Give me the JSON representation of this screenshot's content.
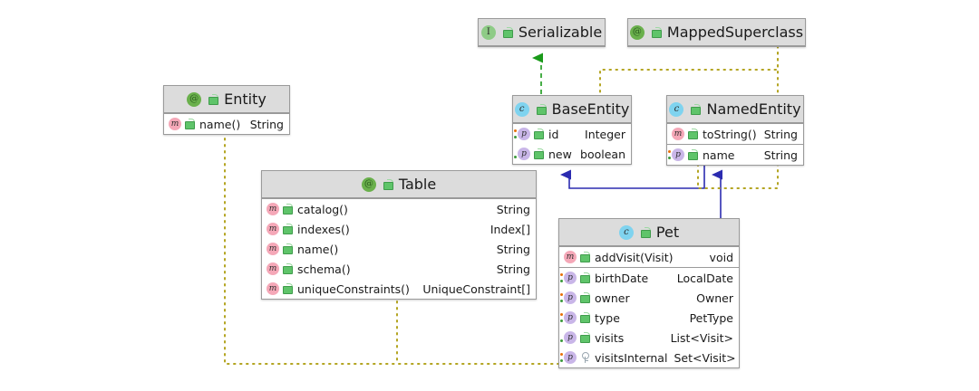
{
  "diagram": {
    "kind": "uml-class-diagram",
    "background": "#ffffff",
    "colors": {
      "node_header": "#dcdcdc",
      "node_border": "#9a9a9a",
      "inheritance_edge": "#2b2bb0",
      "realization_edge": "#1a9a1a",
      "annotation_edge": "#b3a420"
    }
  },
  "nodes": {
    "serializable": {
      "title": "Serializable",
      "stereotype_icon": "interface-icon",
      "visibility_icon": "public-lock-icon",
      "members": []
    },
    "mapped_superclass": {
      "title": "MappedSuperclass",
      "stereotype_icon": "annotation-icon",
      "visibility_icon": "public-lock-icon",
      "members": []
    },
    "entity": {
      "title": "Entity",
      "stereotype_icon": "annotation-icon",
      "visibility_icon": "public-lock-icon",
      "sections": [
        {
          "rows": [
            {
              "icon": "method-icon",
              "visibility": "public-lock-icon",
              "name": "name()",
              "type": "String",
              "dots": false
            }
          ]
        }
      ]
    },
    "base_entity": {
      "title": "BaseEntity",
      "stereotype_icon": "class-icon",
      "visibility_icon": "public-lock-icon",
      "sections": [
        {
          "rows": [
            {
              "icon": "property-icon",
              "visibility": "public-lock-icon",
              "name": "id",
              "type": "Integer",
              "dots": true
            },
            {
              "icon": "property-icon",
              "visibility": "public-lock-icon",
              "name": "new",
              "type": "boolean",
              "dots": true
            }
          ]
        }
      ]
    },
    "named_entity": {
      "title": "NamedEntity",
      "stereotype_icon": "class-icon",
      "visibility_icon": "public-lock-icon",
      "sections": [
        {
          "rows": [
            {
              "icon": "method-icon",
              "visibility": "public-lock-icon",
              "name": "toString()",
              "type": "String",
              "dots": false
            }
          ]
        },
        {
          "rows": [
            {
              "icon": "property-icon",
              "visibility": "public-lock-icon",
              "name": "name",
              "type": "String",
              "dots": true
            }
          ]
        }
      ]
    },
    "table": {
      "title": "Table",
      "stereotype_icon": "annotation-icon",
      "visibility_icon": "public-lock-icon",
      "sections": [
        {
          "rows": [
            {
              "icon": "method-icon",
              "visibility": "public-lock-icon",
              "name": "catalog()",
              "type": "String",
              "dots": false
            },
            {
              "icon": "method-icon",
              "visibility": "public-lock-icon",
              "name": "indexes()",
              "type": "Index[]",
              "dots": false
            },
            {
              "icon": "method-icon",
              "visibility": "public-lock-icon",
              "name": "name()",
              "type": "String",
              "dots": false
            },
            {
              "icon": "method-icon",
              "visibility": "public-lock-icon",
              "name": "schema()",
              "type": "String",
              "dots": false
            },
            {
              "icon": "method-icon",
              "visibility": "public-lock-icon",
              "name": "uniqueConstraints()",
              "type": "UniqueConstraint[]",
              "dots": false
            }
          ]
        }
      ]
    },
    "pet": {
      "title": "Pet",
      "stereotype_icon": "class-icon",
      "visibility_icon": "public-lock-icon",
      "sections": [
        {
          "rows": [
            {
              "icon": "method-icon",
              "visibility": "public-lock-icon",
              "name": "addVisit(Visit)",
              "type": "void",
              "dots": false
            }
          ]
        },
        {
          "rows": [
            {
              "icon": "property-icon",
              "visibility": "public-lock-icon",
              "name": "birthDate",
              "type": "LocalDate",
              "dots": true
            },
            {
              "icon": "property-icon",
              "visibility": "public-lock-icon",
              "name": "owner",
              "type": "Owner",
              "dots": true
            },
            {
              "icon": "property-icon",
              "visibility": "public-lock-icon",
              "name": "type",
              "type": "PetType",
              "dots": true
            },
            {
              "icon": "property-icon",
              "visibility": "public-lock-icon",
              "name": "visits",
              "type": "List<Visit>",
              "dots": true
            },
            {
              "icon": "property-icon",
              "visibility": "private-key-icon",
              "name": "visitsInternal",
              "type": "Set<Visit>",
              "dots": true
            }
          ]
        }
      ]
    }
  },
  "edges": [
    {
      "name": "base-entity-implements-serializable",
      "from": "base_entity",
      "to": "serializable",
      "style": "dashed",
      "arrow": "hollow-triangle-filled",
      "color": "#1a9a1a"
    },
    {
      "name": "named-entity-extends-base-entity",
      "from": "named_entity",
      "to": "base_entity",
      "style": "solid",
      "arrow": "triangle",
      "color": "#2b2bb0"
    },
    {
      "name": "pet-extends-named-entity",
      "from": "pet",
      "to": "named_entity",
      "style": "solid",
      "arrow": "triangle",
      "color": "#2b2bb0"
    },
    {
      "name": "mapped-superclass-annotates-base-entity",
      "from": "mapped_superclass",
      "to": "base_entity",
      "style": "dotted",
      "arrow": "none",
      "color": "#b3a420"
    },
    {
      "name": "mapped-superclass-annotates-named-entity",
      "from": "mapped_superclass",
      "to": "named_entity",
      "style": "dotted",
      "arrow": "none",
      "color": "#b3a420"
    },
    {
      "name": "entity-annotates-pet",
      "from": "entity",
      "to": "pet",
      "style": "dotted",
      "arrow": "none",
      "color": "#b3a420"
    },
    {
      "name": "table-annotates-pet",
      "from": "table",
      "to": "pet",
      "style": "dotted",
      "arrow": "none",
      "color": "#b3a420"
    }
  ]
}
